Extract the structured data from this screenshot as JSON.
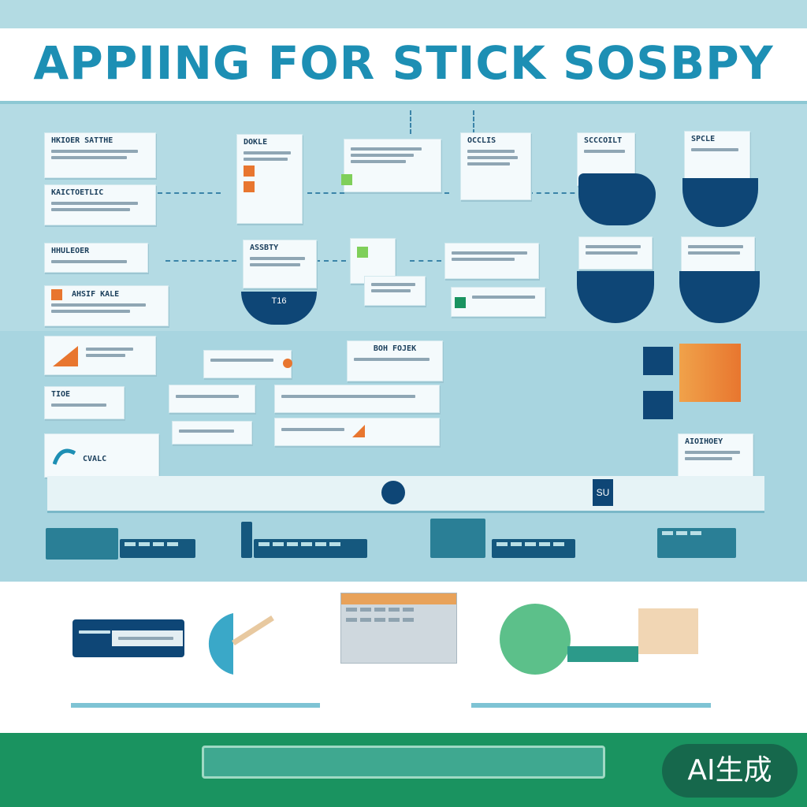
{
  "header": {
    "title": "APPIING FOR STICK SOSBPY"
  },
  "left_column": [
    {
      "title": "HKIOER SATTHE"
    },
    {
      "title": "KAICTOETLIC"
    },
    {
      "title": "HHULEOER"
    },
    {
      "title": "AHSIF KALE"
    },
    {
      "title": ""
    },
    {
      "title": "TIOE"
    },
    {
      "title": "CVALC"
    }
  ],
  "cards": {
    "top_row": [
      "DOKLE",
      "",
      "OCCLIS",
      "SCCCOILT",
      "SPCLE"
    ],
    "middle_row": [
      "ASSBTY",
      "",
      "",
      "",
      ""
    ],
    "center_label": "BOH FOJEK",
    "right_label": "AIOIHOEY",
    "disc_label": "T16",
    "timeline_labels": [
      "SU"
    ]
  },
  "footer": {
    "badge": "AI生成"
  },
  "colors": {
    "navy": "#0e4676",
    "teal": "#1d8fb4",
    "orange": "#e8762f",
    "green": "#1a9360"
  }
}
